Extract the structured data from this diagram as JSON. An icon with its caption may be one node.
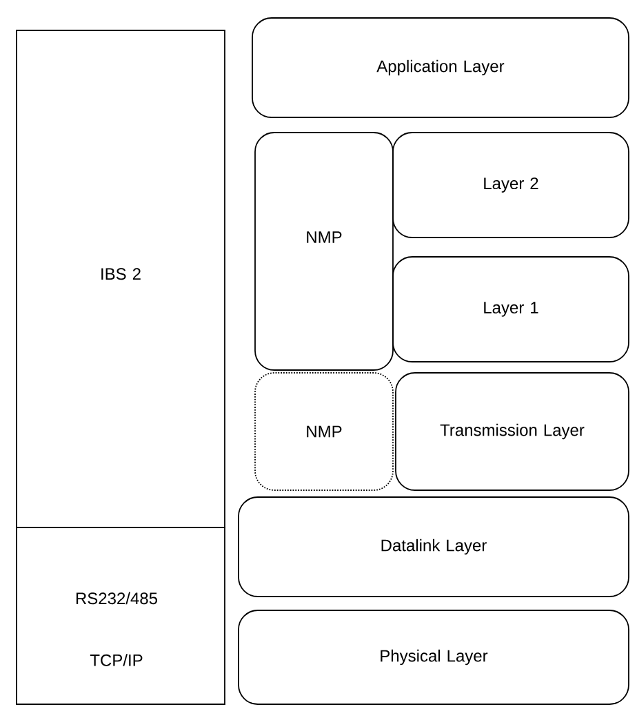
{
  "diagram": {
    "nodes": [
      {
        "text": [
          "IBS 2"
        ]
      },
      {
        "text": [
          "RS232/485",
          "TCP/IP"
        ]
      },
      {
        "text": [
          "Application Layer"
        ]
      },
      {
        "text": [
          "NMP"
        ]
      },
      {
        "text": [
          "Layer 2"
        ]
      },
      {
        "text": [
          "Layer 1"
        ]
      },
      {
        "text": [
          "NMP"
        ]
      },
      {
        "text": [
          "Transmission Layer"
        ]
      },
      {
        "text": [
          "Datalink Layer"
        ]
      },
      {
        "text": [
          "Physical Layer"
        ]
      }
    ]
  }
}
